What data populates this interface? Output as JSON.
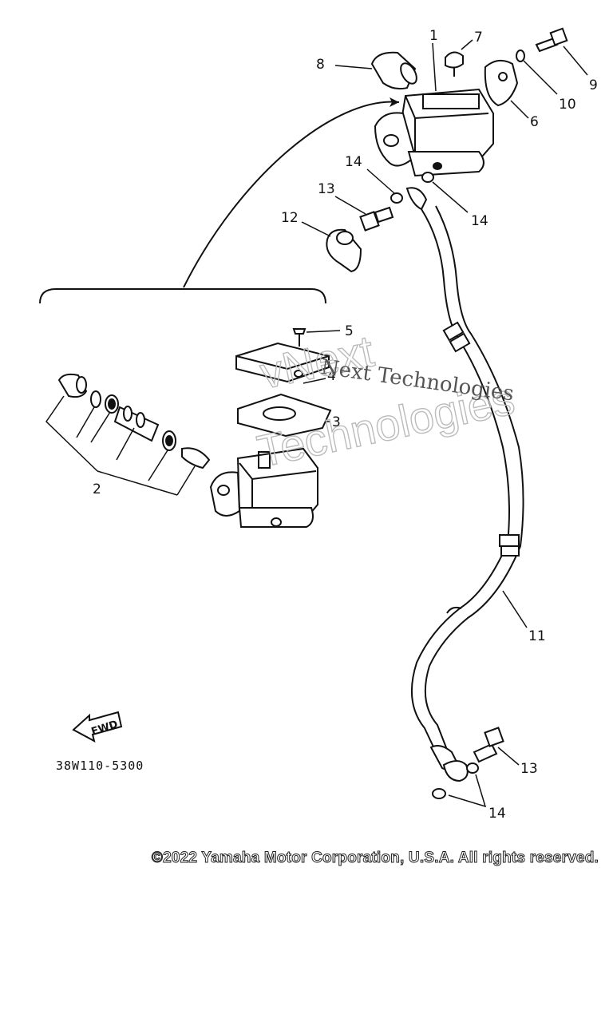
{
  "callouts": {
    "c1": "1",
    "c2": "2",
    "c3": "3",
    "c4": "4",
    "c5": "5",
    "c6": "6",
    "c7": "7",
    "c8": "8",
    "c9": "9",
    "c10": "10",
    "c11": "11",
    "c12": "12",
    "c13a": "13",
    "c13b": "13",
    "c14a": "14",
    "c14b": "14",
    "c14c": "14"
  },
  "fwd_label": "FWD",
  "part_code": "38W110-5300",
  "watermark": {
    "serif": "Next Technologies",
    "outline_line1": "vNext",
    "outline_line2": "Technologies"
  },
  "copyright": "©2022 Yamaha Motor Corporation, U.S.A. All rights reserved.",
  "colors": {
    "line": "#111111",
    "watermark": "#bbbbbb",
    "background": "#ffffff"
  }
}
